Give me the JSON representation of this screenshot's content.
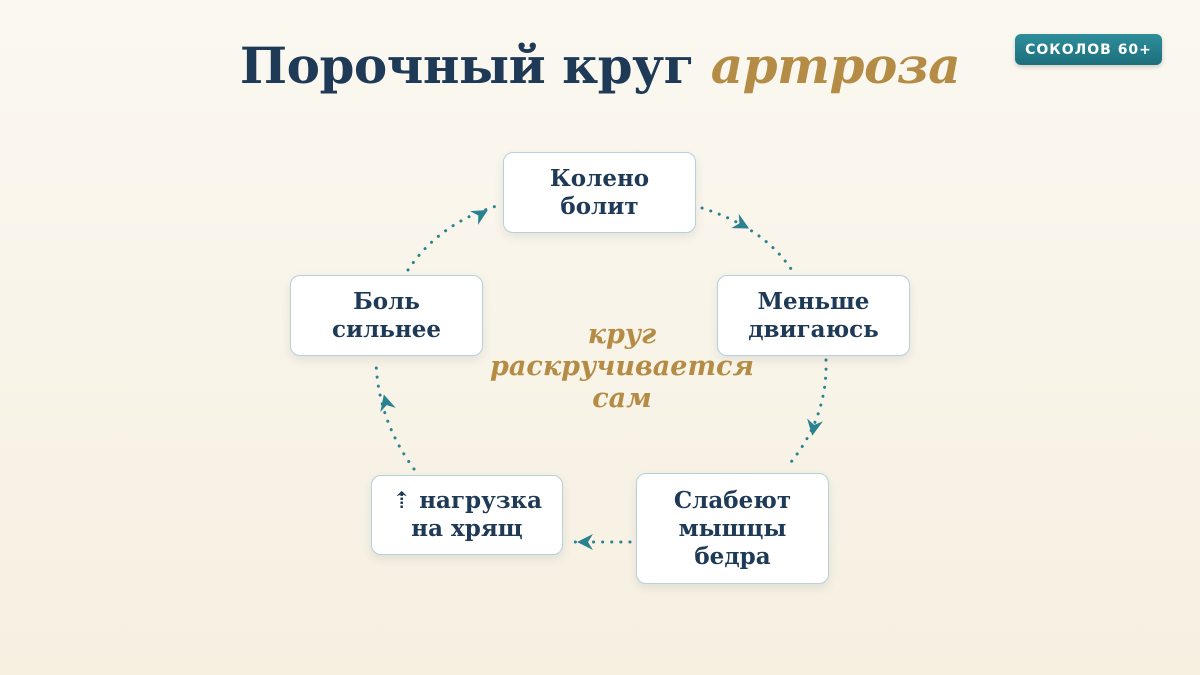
{
  "title": {
    "main": "Порочный круг",
    "accent": "артроза"
  },
  "brand": {
    "label": "СОКОЛОВ 60+"
  },
  "cycle": {
    "nodes": [
      {
        "lines": [
          "Колено",
          "болит"
        ]
      },
      {
        "lines": [
          "Меньше",
          "двигаюсь"
        ]
      },
      {
        "lines": [
          "Слабеют",
          "мышцы",
          "бедра"
        ]
      },
      {
        "lines": [
          "⇡ нагрузка",
          "на хрящ"
        ]
      },
      {
        "lines": [
          "Боль",
          "сильнее"
        ]
      }
    ],
    "center_lines": [
      "круг",
      "раскручивается",
      "сам"
    ]
  },
  "colors": {
    "title": "#1e3a56",
    "accent": "#b48c45",
    "arrow": "#2a8290",
    "brand_bg": "#2a8593",
    "node_border": "#b5d2d8"
  }
}
